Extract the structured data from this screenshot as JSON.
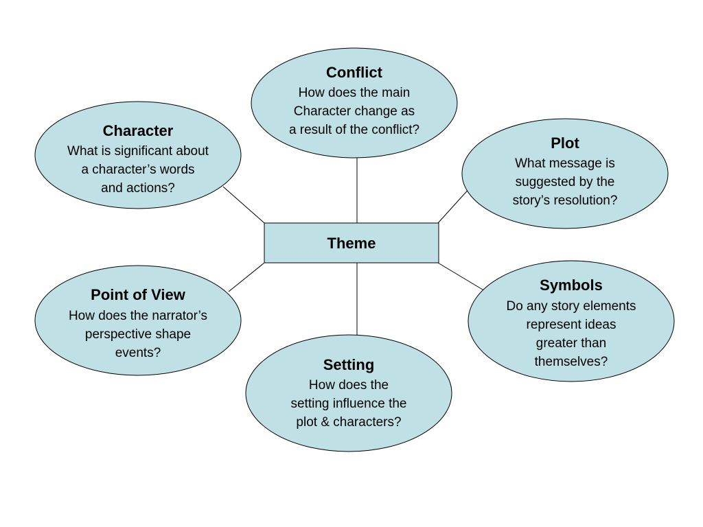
{
  "colors": {
    "node_fill": "#bfe0e4",
    "outline": "#000000",
    "background": "#ffffff"
  },
  "center": {
    "label": "Theme"
  },
  "nodes": {
    "conflict": {
      "title": "Conflict",
      "lines": [
        "How does the main",
        "Character change as",
        "a result of the conflict?"
      ]
    },
    "character": {
      "title": "Character",
      "lines": [
        "What is significant about",
        "a character’s words",
        "and actions?"
      ]
    },
    "plot": {
      "title": "Plot",
      "lines": [
        "What message is",
        "suggested by the",
        "story’s resolution?"
      ]
    },
    "point_of_view": {
      "title": "Point of View",
      "lines": [
        "How does the narrator’s",
        "perspective shape",
        "events?"
      ]
    },
    "symbols": {
      "title": "Symbols",
      "lines": [
        "Do any story elements",
        "represent ideas",
        "greater than",
        "themselves?"
      ]
    },
    "setting": {
      "title": "Setting",
      "lines": [
        "How does the",
        "setting influence the",
        "plot & characters?"
      ]
    }
  }
}
